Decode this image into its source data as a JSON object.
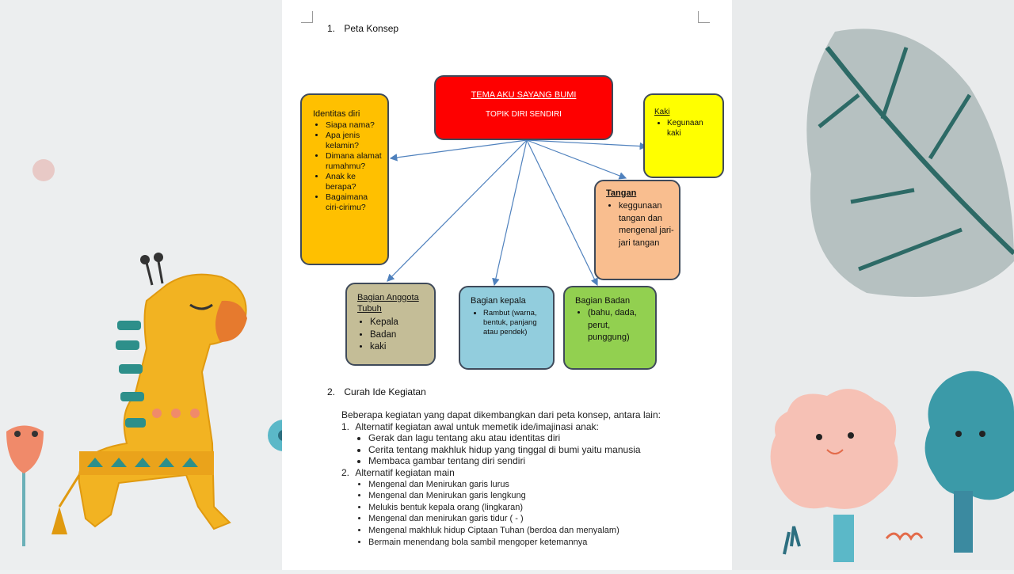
{
  "section1": {
    "number": "1.",
    "title": "Peta Konsep"
  },
  "central": {
    "theme": "TEMA AKU SAYANG BUMI",
    "topic": "TOPIK DIRI SENDIRI"
  },
  "identitas": {
    "title": "Identitas diri",
    "items": [
      "Siapa nama?",
      "Apa jenis kelamin?",
      "Dimana alamat rumahmu?",
      "Anak ke berapa?",
      "Bagaimana ciri-cirimu?"
    ]
  },
  "kaki": {
    "title": "Kaki",
    "items": [
      "Kegunaan kaki"
    ]
  },
  "tangan": {
    "title": "Tangan",
    "items": [
      "keggunaan tangan dan mengenal jari-jari tangan"
    ]
  },
  "anggota": {
    "title": "Bagian Anggota Tubuh",
    "items": [
      "Kepala",
      "Badan",
      "kaki"
    ]
  },
  "kepala": {
    "title": "Bagian kepala",
    "items": [
      "Rambut (warna, bentuk, panjang atau pendek)"
    ]
  },
  "badan": {
    "title": "Bagian Badan",
    "items": [
      "(bahu, dada, perut, punggung)"
    ]
  },
  "section2": {
    "number": "2.",
    "title": "Curah Ide Kegiatan",
    "intro": "Beberapa kegiatan yang dapat dikembangkan dari peta konsep, antara lain:",
    "point1": {
      "number": "1.",
      "label": "Alternatif kegiatan awal untuk memetik ide/imajinasi anak:",
      "items": [
        "Gerak dan lagu tentang aku atau identitas diri",
        "Cerita tentang makhluk hidup yang tinggal di bumi yaitu manusia",
        "Membaca gambar tentang diri sendiri"
      ]
    },
    "point2": {
      "number": "2.",
      "label": "Alternatif kegiatan main",
      "items": [
        "Mengenal dan Menirukan garis lurus",
        "Mengenal dan Menirukan garis lengkung",
        "Melukis bentuk kepala orang (lingkaran)",
        "Mengenal dan menirukan garis tidur ( - )",
        "Mengenal makhluk hidup Ciptaan Tuhan (berdoa dan menyalam)",
        "Bermain menendang bola sambil mengoper ketemannya"
      ]
    }
  },
  "colors": {
    "central": "#fe0000",
    "identitas": "#ffc000",
    "kaki": "#ffff00",
    "tangan": "#f9be8f",
    "anggota": "#c4bd97",
    "kepala": "#92cddd",
    "badan": "#92d050",
    "arrow": "#4f81bd"
  }
}
